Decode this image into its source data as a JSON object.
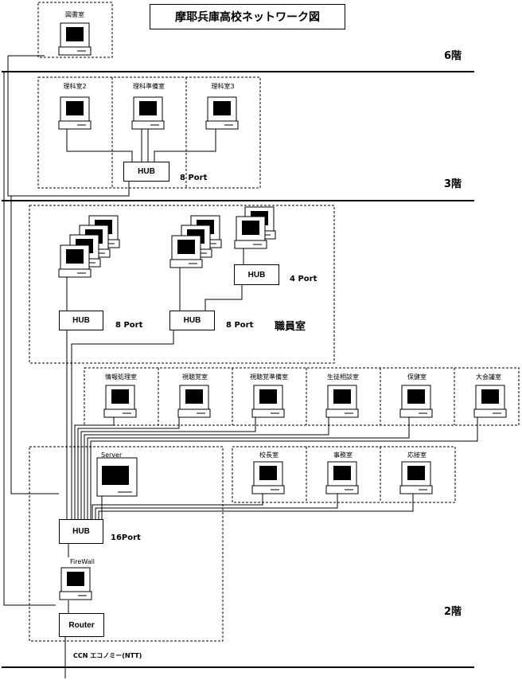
{
  "title": "摩耶兵庫高校ネットワーク図",
  "floors": {
    "f6": "6階",
    "f3": "3階",
    "f2": "2階"
  },
  "rooms": {
    "library": "図書室",
    "science2": "理科室2",
    "science_prep": "理科準備室",
    "science3": "理科室3",
    "info_processing": "情報処理室",
    "av_room": "視聴覚室",
    "av_prep": "視聴覚準備室",
    "counseling": "生徒相談室",
    "health": "保健室",
    "conference": "大会議室",
    "principal": "校長室",
    "office": "事務室",
    "reception": "応接室",
    "staff_room": "職員室"
  },
  "devices": {
    "hub": "HUB",
    "server": "Server",
    "firewall": "FireWall",
    "router": "Router"
  },
  "ports": {
    "p8": "8 Port",
    "p4": "4 Port",
    "p16": "16Port"
  },
  "wan": "CCN エコノミー(NTT)"
}
